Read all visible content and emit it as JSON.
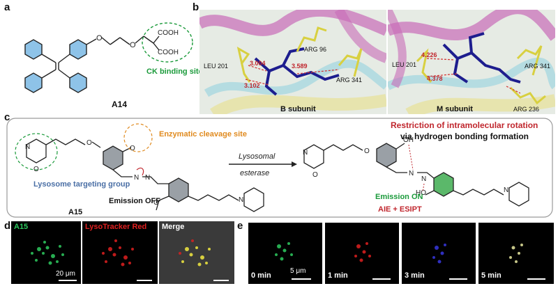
{
  "panels": {
    "a": "a",
    "b": "b",
    "c": "c",
    "d": "d",
    "e": "e"
  },
  "panel_a": {
    "compound": "A14",
    "cooh_top": "COOH",
    "cooh_bottom": "COOH",
    "binding_site": "CK binding site",
    "colors": {
      "ring": "#5b9bd5",
      "binding": "#1a9a3a"
    }
  },
  "panel_b": {
    "left": {
      "subunit": "B subunit",
      "residues": [
        "ARG 96",
        "LEU 201",
        "ARG 341"
      ],
      "distances": [
        "3.004",
        "3.589",
        "3.102"
      ]
    },
    "right": {
      "subunit": "M subunit",
      "residues": [
        "LEU 201",
        "ARG 341",
        "ARG 236"
      ],
      "distances": [
        "4.226",
        "4.378"
      ]
    }
  },
  "panel_c": {
    "enzymatic": "Enzymatic cleavage site",
    "lysosome": "Lysosome targeting group",
    "emission_off": "Emission OFF",
    "compound": "A15",
    "arrow_top": "Lysosomal",
    "arrow_bottom": "esterase",
    "restriction_line1": "Restriction of intramolecular rotation",
    "restriction_line2": "via hydrogen bonding formation",
    "emission_on": "Emission ON",
    "aie": "AIE + ESIPT",
    "oh_top": "OH",
    "oh_bottom": "HO",
    "colors": {
      "orange": "#e08a1e",
      "blue": "#4a6fa5",
      "red": "#c0262d",
      "green": "#1a9a3a"
    }
  },
  "panel_d": {
    "tiles": [
      "A15",
      "LysoTracker Red",
      "Merge"
    ],
    "scale": "20 μm"
  },
  "panel_e": {
    "tiles": [
      "0 min",
      "1 min",
      "3 min",
      "5 min"
    ],
    "scale": "5 μm"
  }
}
